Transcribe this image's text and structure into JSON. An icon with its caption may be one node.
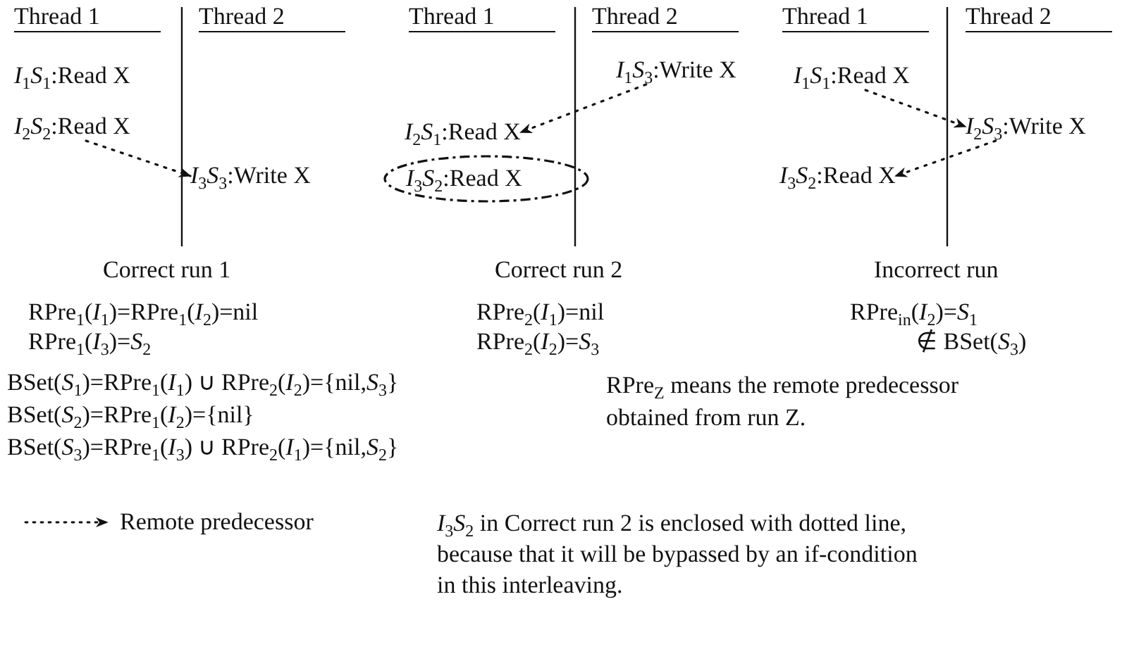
{
  "diagram": {
    "nodes": [
      {
        "text": [
          "*I*$_{2}$*S*$_{2}$:Read X"
        ]
      },
      {
        "text": [
          "*I*$_{3}$*S*$_{3}$:Write X"
        ]
      },
      {
        "text": [
          "*I*$_{1}$*S*$_{3}$:Write X"
        ]
      },
      {
        "text": [
          "*I*$_{2}$*S*$_{1}$:Read X"
        ]
      },
      {
        "text": [
          "*I*$_{3}$*S*$_{2}$:Read X"
        ]
      },
      {
        "text": [
          "*I*$_{1}$*S*$_{1}$:Read X"
        ]
      },
      {
        "text": [
          "*I*$_{2}$*S*$_{3}$:Write X"
        ]
      },
      {
        "text": [
          "*I*$_{3}$*S*$_{2}$:Read X"
        ]
      }
    ],
    "edges": [
      {
        "from": 0,
        "to": 1,
        "arrow": "to"
      },
      {
        "from": 2,
        "to": 3,
        "arrow": "to"
      },
      {
        "from": 5,
        "to": 6,
        "arrow": "to"
      },
      {
        "from": 6,
        "to": 7,
        "arrow": "to"
      }
    ],
    "labels": [
      "Thread 1",
      "Thread 2",
      "Thread 1",
      "Thread 2",
      "Thread 1",
      "Thread 2",
      "*I*$_{1}$*S*$_{1}$:Read X",
      "Correct run 1",
      "Correct run 2",
      "Incorrect run",
      "RPre$_{1}$(*I*$_{1}$)=RPre$_{1}$(*I*$_{2}$)=nil",
      "RPre$_{1}$(*I*$_{3}$)=*S*$_{2}$",
      "RPre$_{2}$(*I*$_{1}$)=nil",
      "RPre$_{2}$(*I*$_{2}$)=*S*$_{3}$",
      "RPre$_{in}$(*I*$_{2}$)=*S*$_{1}$",
      "∉ BSet(*S*$_{3}$)",
      "BSet(*S*$_{1}$)=RPre$_{1}$(*I*$_{1}$) ∪ RPre$_{2}$(*I*$_{2}$)={nil,*S*$_{3}$}",
      "RPre$_{Z}$ means the remote predecessor obtained from run Z.",
      "BSet(*S*$_{2}$)=RPre$_{1}$(*I*$_{2}$)={nil}",
      "BSet(*S*$_{3}$)=RPre$_{1}$(*I*$_{3}$) ∪ RPre$_{2}$(*I*$_{1}$)={nil,*S*$_{2}$}",
      "*I*$_{3}$*S*$_{2}$ in Correct run 2 is enclosed with dotted line, because that it will be bypassed by an if-condition in this interleaving."
    ],
    "legend": [
      {
        "text": "Remote predecessor"
      }
    ]
  }
}
